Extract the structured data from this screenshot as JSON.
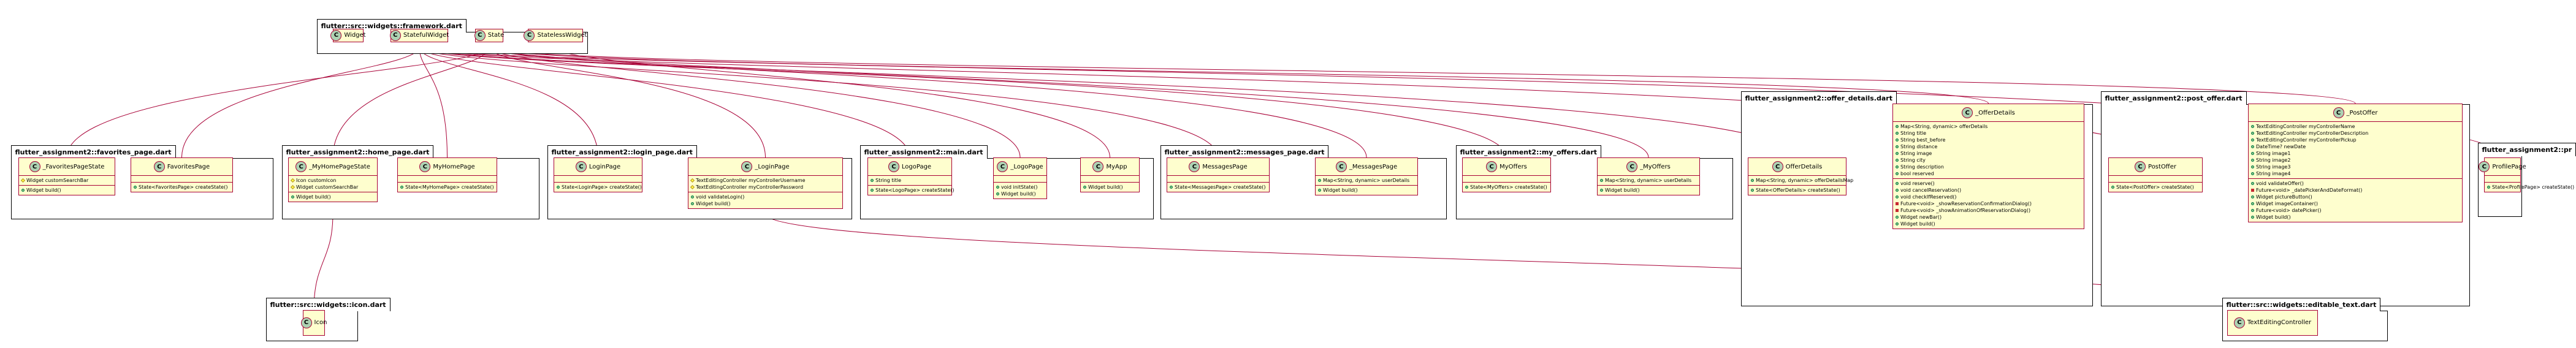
{
  "diagram": {
    "packages": [
      {
        "id": "framework",
        "title": "flutter::src::widgets::framework.dart"
      },
      {
        "id": "favorites",
        "title": "flutter_assignment2::favorites_page.dart"
      },
      {
        "id": "home",
        "title": "flutter_assignment2::home_page.dart"
      },
      {
        "id": "login",
        "title": "flutter_assignment2::login_page.dart"
      },
      {
        "id": "main",
        "title": "flutter_assignment2::main.dart"
      },
      {
        "id": "messages",
        "title": "flutter_assignment2::messages_page.dart"
      },
      {
        "id": "myoffers",
        "title": "flutter_assignment2::my_offers.dart"
      },
      {
        "id": "offerdetails",
        "title": "flutter_assignment2::offer_details.dart"
      },
      {
        "id": "postoffer",
        "title": "flutter_assignment2::post_offer.dart"
      },
      {
        "id": "profile",
        "title": "flutter_assignment2::pr"
      },
      {
        "id": "icon",
        "title": "flutter::src::widgets::icon.dart"
      },
      {
        "id": "editable",
        "title": "flutter::src::widgets::editable_text.dart"
      }
    ],
    "classes": [
      {
        "id": "Widget",
        "name": "Widget",
        "sections": []
      },
      {
        "id": "StatefulWidget",
        "name": "StatefulWidget",
        "sections": []
      },
      {
        "id": "State",
        "name": "State",
        "sections": []
      },
      {
        "id": "StatelessWidget",
        "name": "StatelessWidget",
        "sections": []
      },
      {
        "id": "FavoritesPageState",
        "name": "_FavoritesPageState",
        "sections": [
          [
            {
              "v": "prot",
              "t": "Widget customSearchBar"
            }
          ],
          [
            {
              "v": "pub",
              "t": "Widget build()"
            }
          ]
        ]
      },
      {
        "id": "FavoritesPage",
        "name": "FavoritesPage",
        "sections": [
          [],
          [
            {
              "v": "pub",
              "t": "State<FavoritesPage> createState()"
            }
          ]
        ]
      },
      {
        "id": "MyHomePageState",
        "name": "_MyHomePageState",
        "sections": [
          [
            {
              "v": "prot",
              "t": "Icon customIcon"
            },
            {
              "v": "prot",
              "t": "Widget customSearchBar"
            }
          ],
          [
            {
              "v": "pub",
              "t": "Widget build()"
            }
          ]
        ]
      },
      {
        "id": "MyHomePage",
        "name": "MyHomePage",
        "sections": [
          [],
          [
            {
              "v": "pub",
              "t": "State<MyHomePage> createState()"
            }
          ]
        ]
      },
      {
        "id": "LoginPage",
        "name": "LoginPage",
        "sections": [
          [],
          [
            {
              "v": "pub",
              "t": "State<LoginPage> createState()"
            }
          ]
        ]
      },
      {
        "id": "LoginPageState",
        "name": "_LoginPage",
        "sections": [
          [
            {
              "v": "prot",
              "t": "TextEditingController myControllerUsername"
            },
            {
              "v": "prot",
              "t": "TextEditingController myControllerPassword"
            }
          ],
          [
            {
              "v": "pub",
              "t": "void validateLogin()"
            },
            {
              "v": "pub",
              "t": "Widget build()"
            }
          ]
        ]
      },
      {
        "id": "LogoPage",
        "name": "LogoPage",
        "sections": [
          [
            {
              "v": "pub",
              "t": "String title"
            }
          ],
          [
            {
              "v": "pub",
              "t": "State<LogoPage> createState()"
            }
          ]
        ]
      },
      {
        "id": "LogoPageState",
        "name": "_LogoPage",
        "sections": [
          [],
          [
            {
              "v": "pub",
              "t": "void initState()"
            },
            {
              "v": "pub",
              "t": "Widget build()"
            }
          ]
        ]
      },
      {
        "id": "MyApp",
        "name": "MyApp",
        "sections": [
          [],
          [
            {
              "v": "pub",
              "t": "Widget build()"
            }
          ]
        ]
      },
      {
        "id": "MessagesPage",
        "name": "MessagesPage",
        "sections": [
          [],
          [
            {
              "v": "pub",
              "t": "State<MessagesPage> createState()"
            }
          ]
        ]
      },
      {
        "id": "MessagesPageState",
        "name": "_MessagesPage",
        "sections": [
          [
            {
              "v": "pub",
              "t": "Map<String, dynamic> userDetails"
            }
          ],
          [
            {
              "v": "pub",
              "t": "Widget build()"
            }
          ]
        ]
      },
      {
        "id": "MyOffers",
        "name": "MyOffers",
        "sections": [
          [],
          [
            {
              "v": "pub",
              "t": "State<MyOffers> createState()"
            }
          ]
        ]
      },
      {
        "id": "MyOffersState",
        "name": "_MyOffers",
        "sections": [
          [
            {
              "v": "pub",
              "t": "Map<String, dynamic> userDetails"
            }
          ],
          [
            {
              "v": "pub",
              "t": "Widget build()"
            }
          ]
        ]
      },
      {
        "id": "OfferDetails",
        "name": "OfferDetails",
        "sections": [
          [
            {
              "v": "pub",
              "t": "Map<String, dynamic> offerDetailsMap"
            }
          ],
          [
            {
              "v": "pub",
              "t": "State<OfferDetails> createState()"
            }
          ]
        ]
      },
      {
        "id": "OfferDetailsState",
        "name": "_OfferDetails",
        "sections": [
          [
            {
              "v": "pub",
              "t": "Map<String, dynamic> offerDetails"
            },
            {
              "v": "pub",
              "t": "String title"
            },
            {
              "v": "pub",
              "t": "String best_before"
            },
            {
              "v": "pub",
              "t": "String distance"
            },
            {
              "v": "pub",
              "t": "String image"
            },
            {
              "v": "pub",
              "t": "String city"
            },
            {
              "v": "pub",
              "t": "String description"
            },
            {
              "v": "pub",
              "t": "bool reserved"
            }
          ],
          [
            {
              "v": "pub",
              "t": "void reserve()"
            },
            {
              "v": "pub",
              "t": "void cancelReservation()"
            },
            {
              "v": "pub",
              "t": "void checkIfReserved()"
            },
            {
              "v": "priv",
              "t": "Future<void> _showReservationConfirmationDialog()"
            },
            {
              "v": "priv",
              "t": "Future<void> _showAnimationOfReservationDialog()"
            },
            {
              "v": "pub",
              "t": "Widget newBar()"
            },
            {
              "v": "pub",
              "t": "Widget build()"
            }
          ]
        ]
      },
      {
        "id": "PostOffer",
        "name": "PostOffer",
        "sections": [
          [],
          [
            {
              "v": "pub",
              "t": "State<PostOffer> createState()"
            }
          ]
        ]
      },
      {
        "id": "PostOfferState",
        "name": "_PostOffer",
        "sections": [
          [
            {
              "v": "pub",
              "t": "TextEditingController myControllerName"
            },
            {
              "v": "pub",
              "t": "TextEditingController myControllerDescription"
            },
            {
              "v": "pub",
              "t": "TextEditingController myControllerPickup"
            },
            {
              "v": "pub",
              "t": "DateTime? newDate"
            },
            {
              "v": "pub",
              "t": "String image1"
            },
            {
              "v": "pub",
              "t": "String image2"
            },
            {
              "v": "pub",
              "t": "String image3"
            },
            {
              "v": "pub",
              "t": "String image4"
            }
          ],
          [
            {
              "v": "pub",
              "t": "void validateOffer()"
            },
            {
              "v": "priv",
              "t": "Future<void> _datePickerAndDateFormat()"
            },
            {
              "v": "pub",
              "t": "Widget pictureButton()"
            },
            {
              "v": "pub",
              "t": "Widget imageContainer()"
            },
            {
              "v": "pub",
              "t": "Future<void> datePicker()"
            },
            {
              "v": "pub",
              "t": "Widget build()"
            }
          ]
        ]
      },
      {
        "id": "ProfilePage",
        "name": "ProfilePage",
        "sections": [
          [],
          [
            {
              "v": "pub",
              "t": "State<ProfilePage> createState()"
            }
          ]
        ]
      },
      {
        "id": "Icon",
        "name": "Icon",
        "sections": []
      },
      {
        "id": "TextEditingController",
        "name": "TextEditingController",
        "sections": []
      }
    ],
    "edge_color": "#a80036",
    "class_fill": "#fefece",
    "badge_color": "#add1b2"
  }
}
